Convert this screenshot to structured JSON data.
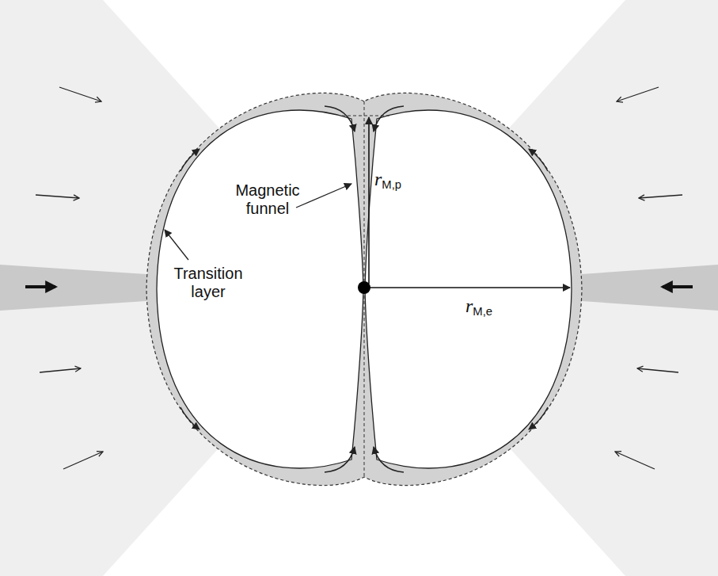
{
  "diagram": {
    "labels": [
      "rM,p",
      "Magnetic funnel",
      "Transition layer",
      "rM,e"
    ]
  }
}
